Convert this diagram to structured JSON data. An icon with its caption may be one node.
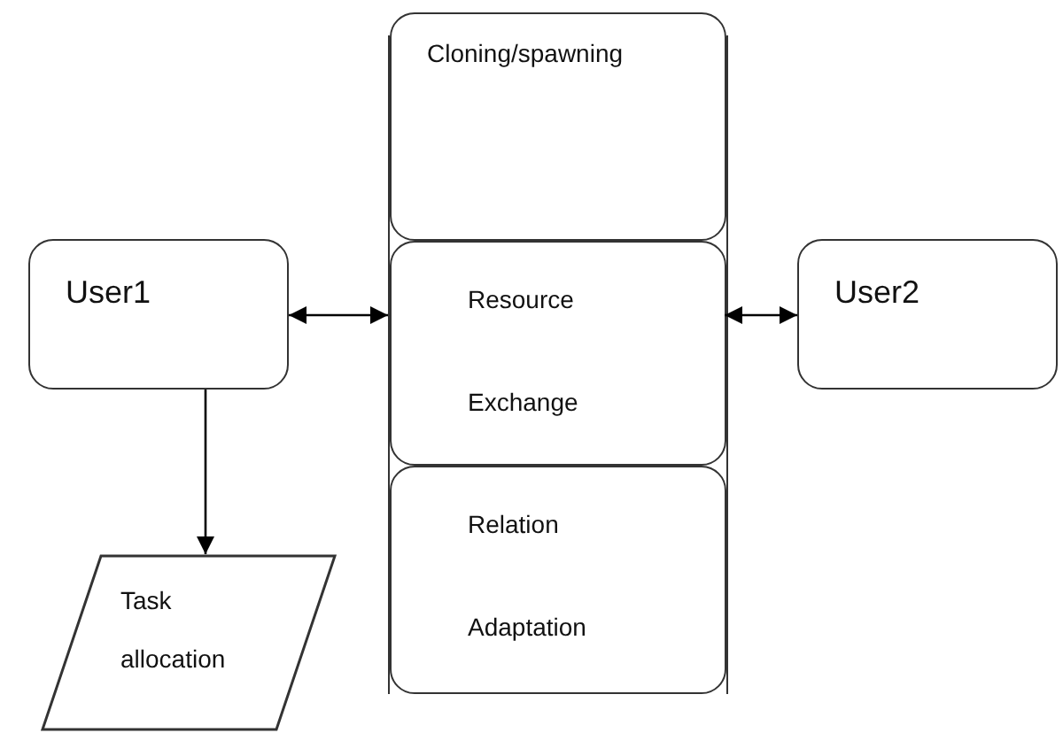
{
  "diagram": {
    "nodes": [
      {
        "text": [],
        "shape": "box"
      },
      {
        "text": [
          "Cloning/spawning"
        ],
        "in": 0
      },
      {
        "text": [
          "Resource Exchange"
        ],
        "in": 0
      },
      {
        "text": [
          "Relation Adaptation"
        ],
        "in": 0
      },
      {
        "text": [
          "User1"
        ]
      },
      {
        "text": [
          "User2"
        ]
      },
      {
        "text": [
          "Task allocation"
        ]
      }
    ],
    "edges": [
      {
        "from": 4,
        "to": 2,
        "arrow": "both"
      },
      {
        "from": 2,
        "to": 5,
        "arrow": "both"
      },
      {
        "from": 4,
        "to": 6,
        "arrow": "to"
      }
    ]
  }
}
